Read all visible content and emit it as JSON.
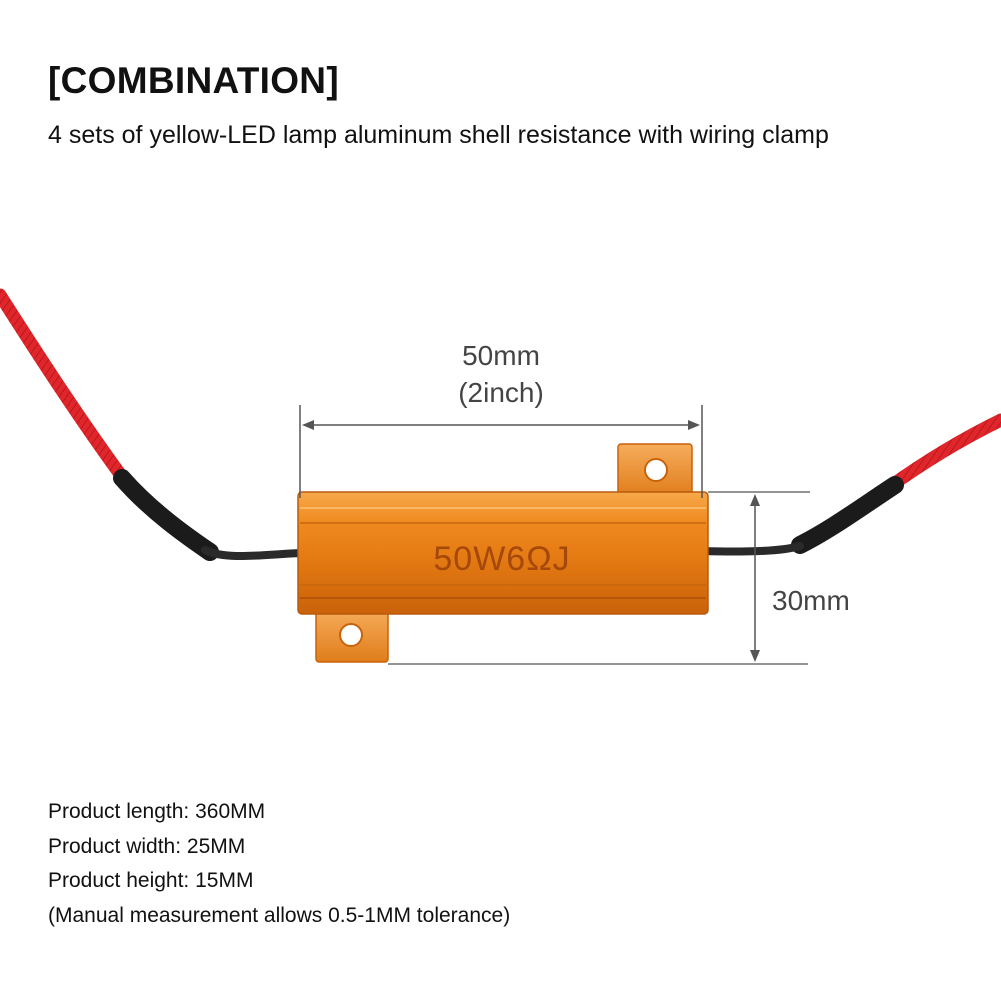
{
  "heading": "[COMBINATION]",
  "subtitle": "4 sets of yellow-LED lamp aluminum shell resistance with wiring clamp",
  "figure": {
    "resistor_marking": "50W6ΩJ",
    "length_label": "50mm",
    "length_label_inch": "(2inch)",
    "height_label": "30mm",
    "colors": {
      "wire": "#e0262b",
      "sleeve": "#1a1a1a",
      "body": "#f08a1c",
      "body_dark": "#c4600e",
      "tab": "#f29a3a"
    }
  },
  "specs": [
    "Product length: 360MM",
    "Product width: 25MM",
    "Product height: 15MM",
    "(Manual measurement allows 0.5-1MM tolerance)"
  ]
}
